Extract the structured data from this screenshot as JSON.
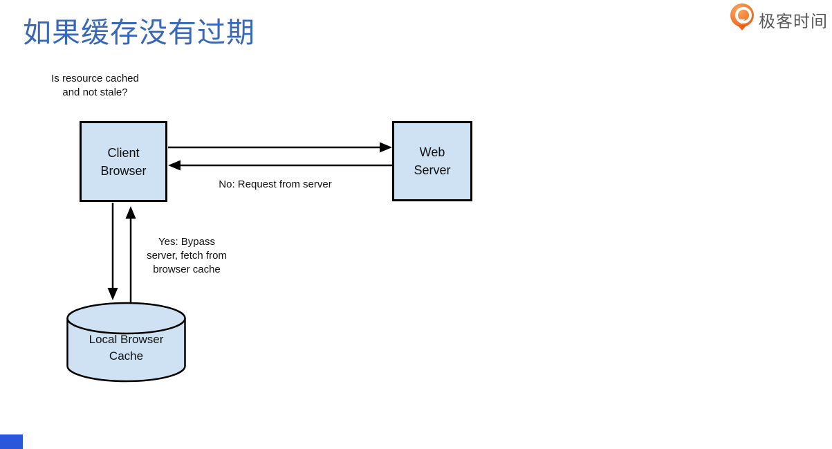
{
  "page": {
    "title": "如果缓存没有过期",
    "title_color": "#3a68b8",
    "bottom_bar_color": "#2b58da"
  },
  "logo": {
    "brand": "极客时间",
    "icon": "geektime-pin-icon",
    "icon_color": "#ed6c1e",
    "text_color": "#595959"
  },
  "diagram": {
    "node_fill": "#cfe2f3",
    "stroke_color": "#000000",
    "question": {
      "line1": "Is resource cached",
      "line2": "and not stale?"
    },
    "nodes": {
      "client": {
        "line1": "Client",
        "line2": "Browser"
      },
      "server": {
        "line1": "Web",
        "line2": "Server"
      },
      "cache": {
        "line1": "Local Browser",
        "line2": "Cache"
      }
    },
    "edges": {
      "no_label": "No: Request from server",
      "yes_label": {
        "line1": "Yes: Bypass",
        "line2": "server, fetch from",
        "line3": "browser cache"
      }
    }
  }
}
